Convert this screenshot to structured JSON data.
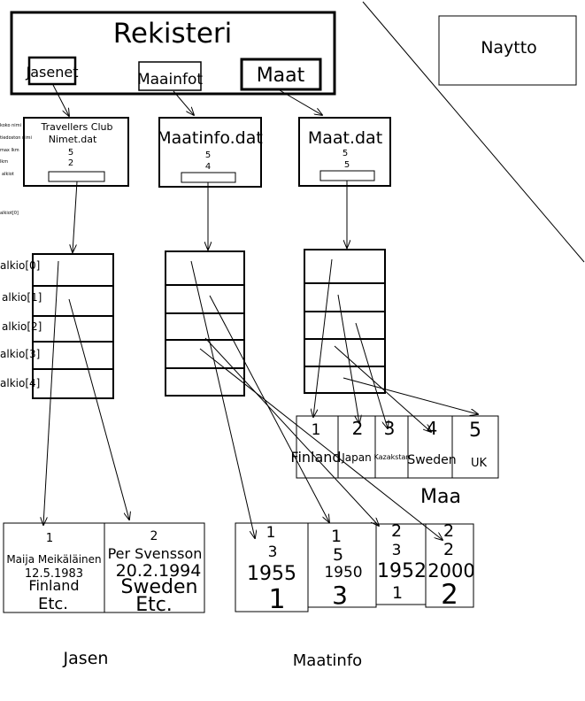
{
  "rekisteri": {
    "title": "Rekisteri",
    "fields": [
      "Jasenet",
      "Maainfot",
      "Maat"
    ]
  },
  "naytto": {
    "label": "Naytto"
  },
  "files": [
    {
      "title_line1": "Travellers Club",
      "title_line2": "Nimet.dat",
      "value1": "5",
      "value2": "2"
    },
    {
      "title_line1": "Maatinfo.dat",
      "value1": "5",
      "value2": "4"
    },
    {
      "title_line1": "Maat.dat",
      "value1": "5",
      "value2": "5"
    }
  ],
  "side_labels": [
    "koko nimi",
    "tiedoston nimi",
    "max lkm",
    "lkm",
    "alkiot"
  ],
  "alkiot_label": "alkiot[0]",
  "array_labels": [
    "alkio[0]",
    "alkio[1]",
    "alkio[2]",
    "alkio[3]",
    "alkio[4]"
  ],
  "maa": {
    "caption": "Maa",
    "items": [
      {
        "id": "1",
        "name": "Finland"
      },
      {
        "id": "2",
        "name": "Japan"
      },
      {
        "id": "3",
        "name": "Kazakstan"
      },
      {
        "id": "4",
        "name": "Sweden"
      },
      {
        "id": "5",
        "name": "UK"
      }
    ]
  },
  "jasen": {
    "caption": "Jasen",
    "items": [
      {
        "id": "1",
        "name": "Maija Meikäläinen",
        "date": "12.5.1983",
        "country": "Finland",
        "etc": "Etc."
      },
      {
        "id": "2",
        "name": "Per Svensson",
        "date": "20.2.1994",
        "country": "Sweden",
        "etc": "Etc."
      }
    ]
  },
  "maatinfo": {
    "caption": "Maatinfo",
    "items": [
      {
        "a": "1",
        "b": "3",
        "year": "1955",
        "n": "1"
      },
      {
        "a": "1",
        "b": "5",
        "year": "1950",
        "n": "3"
      },
      {
        "a": "2",
        "b": "3",
        "year": "1952",
        "n": "1"
      },
      {
        "a": "2",
        "b": "2",
        "year": "2000",
        "n": "2"
      }
    ]
  }
}
